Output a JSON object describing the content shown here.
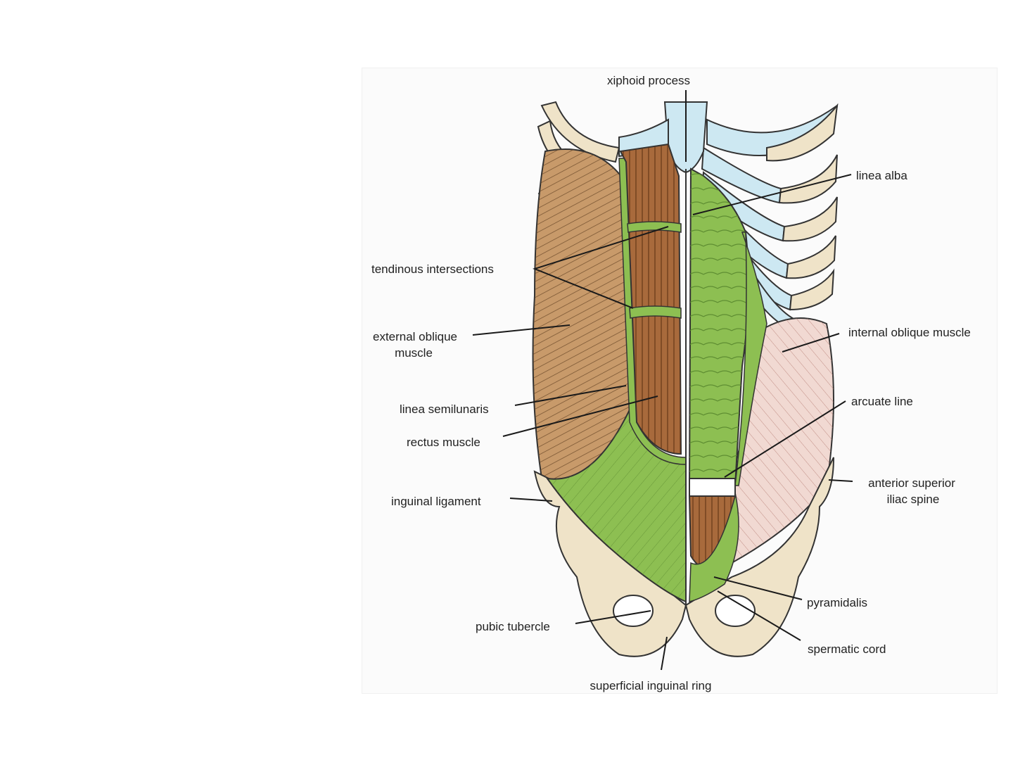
{
  "labels": {
    "xiphoid_process": "xiphoid process",
    "linea_alba": "linea alba",
    "tendinous_intersections": "tendinous intersections",
    "external_oblique_line1": "external oblique",
    "external_oblique_line2": "muscle",
    "internal_oblique": "internal oblique muscle",
    "arcuate_line": "arcuate line",
    "linea_semilunaris": "linea semilunaris",
    "rectus_muscle": "rectus muscle",
    "asis_line1": "anterior superior",
    "asis_line2": "iliac spine",
    "inguinal_ligament": "inguinal ligament",
    "pyramidalis": "pyramidalis",
    "pubic_tubercle": "pubic tubercle",
    "spermatic_cord": "spermatic cord",
    "superficial_inguinal_ring": "superficial inguinal ring"
  },
  "colors": {
    "bone": "#efe3c8",
    "cartilage": "#cde8f2",
    "aponeurosis": "#8dbf52",
    "rectus": "#a86a3c",
    "external_oblique": "#c89a6a",
    "internal_oblique": "#f1d9d2"
  }
}
